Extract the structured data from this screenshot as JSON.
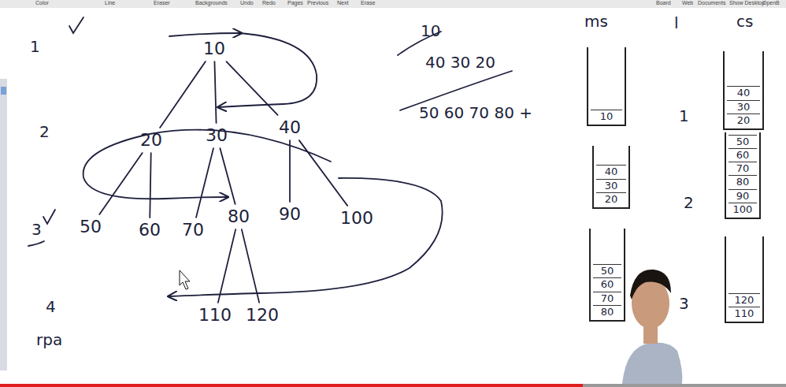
{
  "diagram": {
    "nodes": [
      {
        "text": [
          "10"
        ]
      },
      {
        "text": [
          "20"
        ]
      },
      {
        "text": [
          "30"
        ]
      },
      {
        "text": [
          "40"
        ]
      },
      {
        "text": [
          "50"
        ]
      },
      {
        "text": [
          "60"
        ]
      },
      {
        "text": [
          "70"
        ]
      },
      {
        "text": [
          "80"
        ]
      },
      {
        "text": [
          "90"
        ]
      },
      {
        "text": [
          "100"
        ]
      },
      {
        "text": [
          "110"
        ]
      },
      {
        "text": [
          "120"
        ]
      },
      {
        "text": [
          "10"
        ]
      },
      {
        "text": [
          "40",
          "30",
          "20"
        ]
      },
      {
        "text": [
          "50",
          "60",
          "70",
          "80"
        ]
      },
      {
        "text": [
          "40",
          "30",
          "20"
        ]
      },
      {
        "text": [
          "50",
          "60",
          "70",
          "80",
          "90",
          "100"
        ]
      },
      {
        "text": [
          "120",
          "110"
        ]
      }
    ],
    "edges": [
      {
        "from": 0,
        "to": 1,
        "arrow": "none"
      },
      {
        "from": 0,
        "to": 2,
        "arrow": "none"
      },
      {
        "from": 0,
        "to": 3,
        "arrow": "none"
      },
      {
        "from": 1,
        "to": 4,
        "arrow": "none"
      },
      {
        "from": 1,
        "to": 5,
        "arrow": "none"
      },
      {
        "from": 2,
        "to": 6,
        "arrow": "none"
      },
      {
        "from": 2,
        "to": 7,
        "arrow": "none"
      },
      {
        "from": 3,
        "to": 8,
        "arrow": "none"
      },
      {
        "from": 3,
        "to": 9,
        "arrow": "none"
      },
      {
        "from": 7,
        "to": 10,
        "arrow": "none"
      },
      {
        "from": 7,
        "to": 11,
        "arrow": "none"
      }
    ],
    "labels": [
      "Color",
      "Line",
      "Eraser",
      "Backgrounds",
      "Undo",
      "Redo",
      "Pages",
      "Previous",
      "Next",
      "Erase",
      "Board",
      "Web",
      "Documents",
      "Show Desktop",
      "OpenB",
      "ms",
      "l",
      "cs",
      "1",
      "2",
      "3",
      "4",
      "rpa",
      "10",
      "40 30 20",
      "50 60 70 80 +",
      "1",
      "2",
      "3"
    ]
  }
}
